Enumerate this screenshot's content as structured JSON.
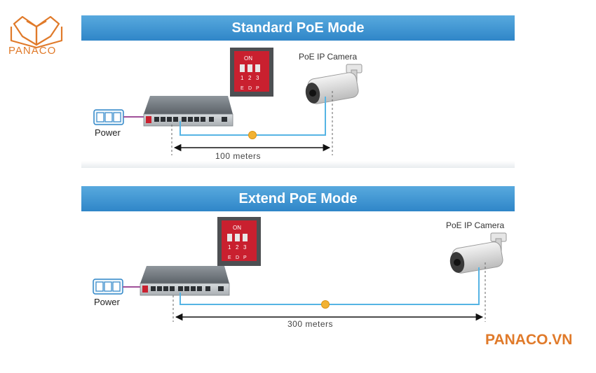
{
  "brand": {
    "logo_text": "PANACO",
    "url": "PANACO.VN",
    "color": "#e07a2a"
  },
  "panels": [
    {
      "title": "Standard PoE Mode",
      "camera_label": "PoE IP Camera",
      "power_label": "Power",
      "distance_label": "100 meters",
      "dip": {
        "on_label": "ON",
        "switch_numbers": [
          "1",
          "2",
          "3"
        ],
        "switch_letters": [
          "E",
          "D",
          "P"
        ]
      }
    },
    {
      "title": "Extend PoE Mode",
      "camera_label": "PoE IP Camera",
      "power_label": "Power",
      "distance_label": "300 meters",
      "dip": {
        "on_label": "ON",
        "switch_numbers": [
          "1",
          "2",
          "3"
        ],
        "switch_letters": [
          "E",
          "D",
          "P"
        ]
      }
    }
  ],
  "colors": {
    "banner": "#3a92d2",
    "cable": "#56b4e4",
    "power_cable": "#a0509a",
    "badge": "#f2b233",
    "dip_red": "#c9202f"
  },
  "icons": [
    "book-logo-icon",
    "power-strip-icon",
    "poe-switch-icon",
    "dip-switch-icon",
    "ip-camera-icon",
    "poe-badge-icon"
  ]
}
